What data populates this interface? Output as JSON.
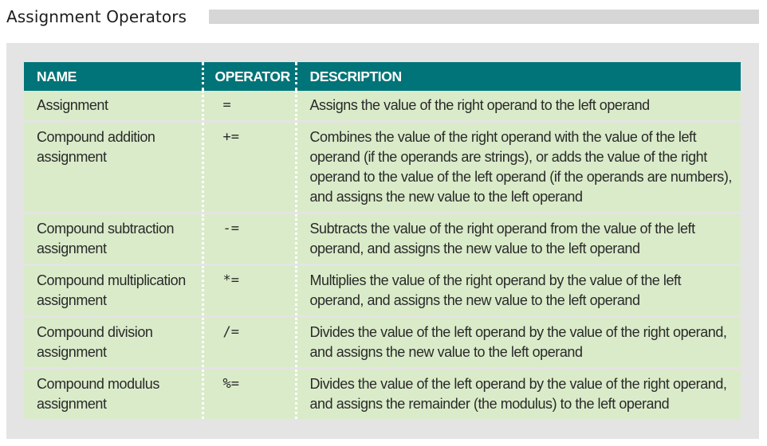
{
  "title": "Assignment Operators",
  "colors": {
    "header_bg": "#007478",
    "row_bg": "#daebc9",
    "panel_bg": "#e4e4e4"
  },
  "table": {
    "headers": [
      "NAME",
      "OPERATOR",
      "DESCRIPTION"
    ],
    "rows": [
      {
        "name": "Assignment",
        "operator": "=",
        "description": "Assigns the value of the right operand to the left operand"
      },
      {
        "name": "Compound addition assignment",
        "operator": "+=",
        "description": "Combines the value of the right operand with the value of the left operand (if the operands are strings), or adds the value of the right operand to the value of the left operand (if the operands are numbers), and assigns the new value to the left operand"
      },
      {
        "name": "Compound subtraction assignment",
        "operator": "-=",
        "description": "Subtracts the value of the right operand from the value of the left operand, and assigns the new value to the left operand"
      },
      {
        "name": "Compound multiplication assignment",
        "operator": "*=",
        "description": "Multiplies the value of the right operand by the value of the left operand, and assigns the new value to the left operand"
      },
      {
        "name": "Compound division assignment",
        "operator": "/=",
        "description": "Divides the value of the left operand by the value of the right operand, and assigns the new value to the left operand"
      },
      {
        "name": "Compound modulus assignment",
        "operator": "%=",
        "description": "Divides the value of the left operand by the value of the right operand, and assigns the remainder (the modulus) to the left operand"
      }
    ]
  }
}
